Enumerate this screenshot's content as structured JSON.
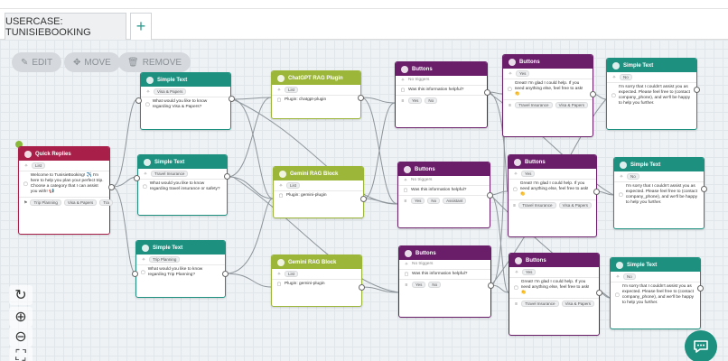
{
  "tabs": {
    "active": "USERCASE: TUNISIEBOOKING",
    "add": "+"
  },
  "toolbar": {
    "edit": "EDIT",
    "move": "MOVE",
    "remove": "REMOVE"
  },
  "nodes": {
    "quick_replies": {
      "title": "Quick Replies",
      "chip": "List",
      "text": "Welcome to TunisieBooking! ✈️ I'm here to help you plan your perfect trip. Choose a category that I can assist you with! 📢",
      "options": [
        "Trip Planning",
        "Visa & Papers",
        "Tra"
      ]
    },
    "st1": {
      "title": "Simple Text",
      "chip": "Visa & Papers",
      "text": "What would you like to know regarding Visa & Papers?"
    },
    "st2": {
      "title": "Simple Text",
      "chip": "Travel Insurance",
      "text": "What would you like to know regarding travel insurance or safety?"
    },
    "st3": {
      "title": "Simple Text",
      "chip": "Trip Planning",
      "text": "What would you like to know regarding Trip Planning?"
    },
    "rag1": {
      "title": "ChatGPT RAG Plugin",
      "chip": "List",
      "text": "Plugin: chatgpt-plugin"
    },
    "rag2": {
      "title": "Gemini RAG Block",
      "chip": "List",
      "text": "Plugin: gemini-plugin"
    },
    "rag3": {
      "title": "Gemini RAG Block",
      "chip": "List",
      "text": "Plugin: gemini-plugin"
    },
    "btn1": {
      "title": "Buttons",
      "trigger": "No triggers",
      "text": "Was this information helpful?",
      "options": [
        "Yes",
        "No"
      ]
    },
    "btn2": {
      "title": "Buttons",
      "trigger": "No triggers",
      "text": "Was this information helpful?",
      "options": [
        "Yes",
        "No",
        "Assistant"
      ]
    },
    "btn3": {
      "title": "Buttons",
      "trigger": "No triggers",
      "text": "Was this information helpful?",
      "options": [
        "Yes",
        "No"
      ]
    },
    "bty1": {
      "title": "Buttons",
      "chip": "Yes",
      "text": "Great! I'm glad I could help. If you need anything else, feel free to ask! 👏",
      "options": [
        "Travel Insurance",
        "Visa & Papers"
      ]
    },
    "bty2": {
      "title": "Buttons",
      "chip": "Yes",
      "text": "Great! I'm glad I could help. If you need anything else, feel free to ask! 👏",
      "options": [
        "Travel Insurance",
        "Visa & Papers"
      ]
    },
    "bty3": {
      "title": "Buttons",
      "chip": "Yes",
      "text": "Great! I'm glad I could help. If you need anything else, feel free to ask! 👏",
      "options": [
        "Travel Insurance",
        "Visa & Papers"
      ]
    },
    "stn1": {
      "title": "Simple Text",
      "chip": "No",
      "text": "I'm sorry that I couldn't assist you as expected. Please feel free to (contact company_phone), and we'll be happy to help you further."
    },
    "stn2": {
      "title": "Simple Text",
      "chip": "No",
      "text": "I'm sorry that I couldn't assist you as expected. Please feel free to (contact company_phone), and we'll be happy to help you further."
    },
    "stn3": {
      "title": "Simple Text",
      "chip": "No",
      "text": "I'm sorry that I couldn't assist you as expected. Please feel free to (contact company_phone), and we'll be happy to help you further."
    }
  },
  "colors": {
    "teal": "#1e9080",
    "lime": "#9cb63a",
    "purple": "#6a1e6a",
    "crimson": "#a8204a"
  },
  "icons": [
    "pencil-icon",
    "move-icon",
    "trash-icon",
    "reset-icon",
    "zoom-in-icon",
    "zoom-out-icon",
    "fit-icon",
    "chat-icon"
  ]
}
